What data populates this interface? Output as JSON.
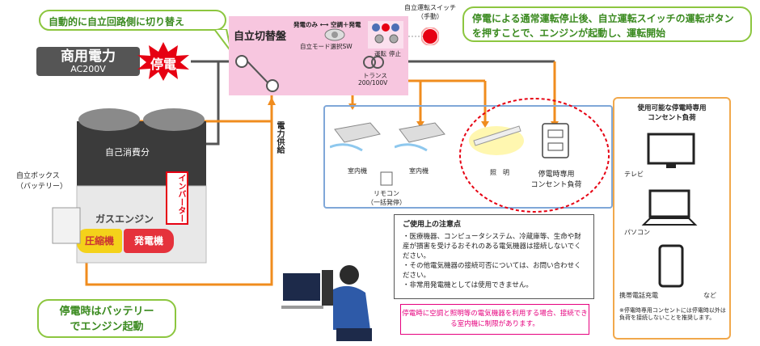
{
  "callouts": {
    "auto_switch": "自動的に自立回路側に切り替え",
    "self_run_note": "停電による通常運転停止後、自立運転スイッチの運転ボタンを押すことで、エンジンが起動し、運転開始",
    "battery_start_line1": "停電時はバッテリー",
    "battery_start_line2": "でエンジン起動"
  },
  "power": {
    "commercial_title": "商用電力",
    "commercial_voltage": "AC200V",
    "outage": "停電"
  },
  "panel": {
    "title": "自立切替盤",
    "mode_label": "発電のみ ⟷ 空調＋発電",
    "mode_select": "自立モード選択SW",
    "run": "運転",
    "stop": "停止",
    "transformer": "トランス",
    "transformer_voltage": "200/100V"
  },
  "self_run_switch": {
    "line1": "自立運転スイッチ",
    "line2": "（手動）"
  },
  "unit": {
    "self_consumption": "自己消費分",
    "inverter": "インバーター",
    "gas_engine": "ガスエンジン",
    "compressor": "圧縮機",
    "generator": "発電機",
    "battery_box_line1": "自立ボックス",
    "battery_box_line2": "（バッテリー）"
  },
  "supply": "電力供給",
  "indoor": {
    "unit1": "室内機",
    "unit2": "室内機",
    "remote_line1": "リモコン",
    "remote_line2": "（一括発停）",
    "lighting": "照　明",
    "outlet_line1": "停電時専用",
    "outlet_line2": "コンセント負荷"
  },
  "loads": {
    "title_line1": "使用可能な停電時専用",
    "title_line2": "コンセント負荷",
    "tv": "テレビ",
    "pc": "パソコン",
    "phone": "携帯電話充電",
    "etc": "など",
    "note": "※停電時専用コンセントには停電時以外は負荷を接続しないことを推奨します。"
  },
  "notes": {
    "title": "ご使用上の注意点",
    "item1": "・医療機器、コンピュータシステム、冷蔵庫等、生命や財産が損害を受けるおそれのある電気機器は接続しないでください。",
    "item2": "・その他電気機器の接続可否については、お問い合わせください。",
    "item3": "・非常用発電機としては使用できません。"
  },
  "warning": "停電時に空調と照明等の電気機器を利用する場合、接続できる室内機に制限があります。",
  "colors": {
    "green": "#8cc63f",
    "orange": "#f08c1e",
    "pink_panel": "#f7c6df",
    "red": "#e60012",
    "blue_box": "#7fa7d8"
  }
}
